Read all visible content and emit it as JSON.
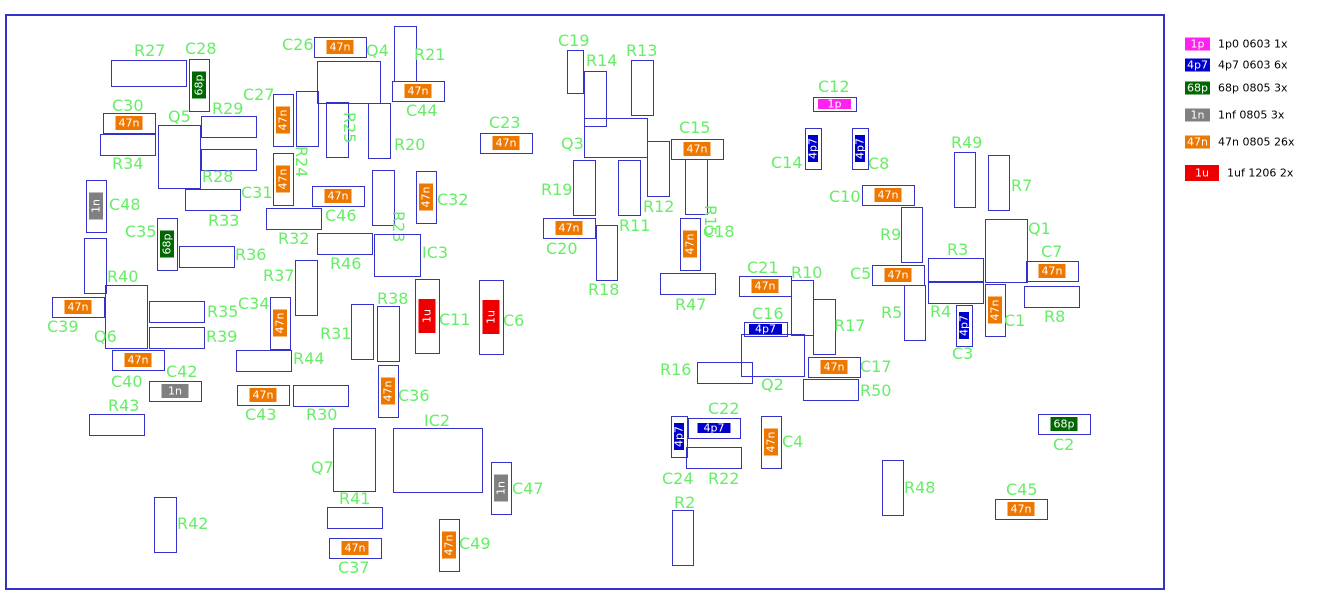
{
  "colors": {
    "board_border": "#3333cc",
    "footprint": "#3333cc",
    "label": "#66ee66",
    "chip_text": "#ffffff",
    "legend_text": "#000000"
  },
  "cap_colors": {
    "1p": "#ff22ee",
    "4p7": "#0000cc",
    "68p": "#006600",
    "1n": "#808080",
    "47n": "#ee7700",
    "1u": "#ee0000"
  },
  "legend": [
    {
      "chip": "1p",
      "text": "1p0 0603   1x"
    },
    {
      "chip": "4p7",
      "text": "4p7 0603   6x"
    },
    {
      "chip": "68p",
      "text": "68p 0805 3x"
    },
    {
      "chip": "1n",
      "text": "1nf 0805  3x"
    },
    {
      "chip": "47n",
      "text": "47n 0805 26x"
    },
    {
      "chip": "1u",
      "text": "1uf 1206 2x"
    }
  ],
  "components": [
    {
      "ref": "C1",
      "value": "47n"
    },
    {
      "ref": "C2",
      "value": "68p"
    },
    {
      "ref": "C3",
      "value": "4p7"
    },
    {
      "ref": "C4",
      "value": "47n"
    },
    {
      "ref": "C5",
      "value": "47n"
    },
    {
      "ref": "C6",
      "value": "1u"
    },
    {
      "ref": "C7",
      "value": "47n"
    },
    {
      "ref": "C8",
      "value": "4p7"
    },
    {
      "ref": "C10",
      "value": "47n"
    },
    {
      "ref": "C11",
      "value": "1u"
    },
    {
      "ref": "C12",
      "value": "1p"
    },
    {
      "ref": "C14",
      "value": "4p7"
    },
    {
      "ref": "C15",
      "value": "47n"
    },
    {
      "ref": "C16",
      "value": "4p7"
    },
    {
      "ref": "C17",
      "value": "47n"
    },
    {
      "ref": "C18",
      "value": "47n"
    },
    {
      "ref": "C19",
      "value": ""
    },
    {
      "ref": "C20",
      "value": "47n"
    },
    {
      "ref": "C21",
      "value": "47n"
    },
    {
      "ref": "C22",
      "value": "4p7"
    },
    {
      "ref": "C23",
      "value": "47n"
    },
    {
      "ref": "C24",
      "value": "4p7"
    },
    {
      "ref": "C26",
      "value": "47n"
    },
    {
      "ref": "C27",
      "value": "47n"
    },
    {
      "ref": "C28",
      "value": "68p"
    },
    {
      "ref": "C30",
      "value": "47n"
    },
    {
      "ref": "C31",
      "value": "47n"
    },
    {
      "ref": "C32",
      "value": "47n"
    },
    {
      "ref": "C34",
      "value": "47n"
    },
    {
      "ref": "C35",
      "value": "68p"
    },
    {
      "ref": "C36",
      "value": "47n"
    },
    {
      "ref": "C37",
      "value": "47n"
    },
    {
      "ref": "C39",
      "value": "47n"
    },
    {
      "ref": "C40",
      "value": "47n"
    },
    {
      "ref": "C42",
      "value": "1n"
    },
    {
      "ref": "C43",
      "value": "47n"
    },
    {
      "ref": "C44",
      "value": "47n"
    },
    {
      "ref": "C45",
      "value": "47n"
    },
    {
      "ref": "C46",
      "value": "47n"
    },
    {
      "ref": "C47",
      "value": "1n"
    },
    {
      "ref": "C48",
      "value": "1n"
    },
    {
      "ref": "C49",
      "value": "47n"
    },
    {
      "ref": "R2",
      "value": ""
    },
    {
      "ref": "R3",
      "value": ""
    },
    {
      "ref": "R4",
      "value": ""
    },
    {
      "ref": "R5",
      "value": ""
    },
    {
      "ref": "R7",
      "value": ""
    },
    {
      "ref": "R8",
      "value": ""
    },
    {
      "ref": "R9",
      "value": ""
    },
    {
      "ref": "R10",
      "value": ""
    },
    {
      "ref": "R11",
      "value": ""
    },
    {
      "ref": "R12",
      "value": ""
    },
    {
      "ref": "R13",
      "value": ""
    },
    {
      "ref": "R14",
      "value": ""
    },
    {
      "ref": "R15",
      "value": ""
    },
    {
      "ref": "R16",
      "value": ""
    },
    {
      "ref": "R17",
      "value": ""
    },
    {
      "ref": "R18",
      "value": ""
    },
    {
      "ref": "R19",
      "value": ""
    },
    {
      "ref": "R20",
      "value": ""
    },
    {
      "ref": "R21",
      "value": ""
    },
    {
      "ref": "R22",
      "value": ""
    },
    {
      "ref": "R23",
      "value": ""
    },
    {
      "ref": "R24",
      "value": ""
    },
    {
      "ref": "R25",
      "value": ""
    },
    {
      "ref": "R27",
      "value": ""
    },
    {
      "ref": "R28",
      "value": ""
    },
    {
      "ref": "R29",
      "value": ""
    },
    {
      "ref": "R30",
      "value": ""
    },
    {
      "ref": "R31",
      "value": ""
    },
    {
      "ref": "R32",
      "value": ""
    },
    {
      "ref": "R33",
      "value": ""
    },
    {
      "ref": "R34",
      "value": ""
    },
    {
      "ref": "R35",
      "value": ""
    },
    {
      "ref": "R36",
      "value": ""
    },
    {
      "ref": "R37",
      "value": ""
    },
    {
      "ref": "R38",
      "value": ""
    },
    {
      "ref": "R39",
      "value": ""
    },
    {
      "ref": "R40",
      "value": ""
    },
    {
      "ref": "R41",
      "value": ""
    },
    {
      "ref": "R42",
      "value": ""
    },
    {
      "ref": "R43",
      "value": ""
    },
    {
      "ref": "R44",
      "value": ""
    },
    {
      "ref": "R46",
      "value": ""
    },
    {
      "ref": "R47",
      "value": ""
    },
    {
      "ref": "R48",
      "value": ""
    },
    {
      "ref": "R49",
      "value": ""
    },
    {
      "ref": "R50",
      "value": ""
    },
    {
      "ref": "Q1",
      "value": ""
    },
    {
      "ref": "Q2",
      "value": ""
    },
    {
      "ref": "Q3",
      "value": ""
    },
    {
      "ref": "Q4",
      "value": ""
    },
    {
      "ref": "Q5",
      "value": ""
    },
    {
      "ref": "Q6",
      "value": ""
    },
    {
      "ref": "Q7",
      "value": ""
    },
    {
      "ref": "IC2",
      "value": ""
    },
    {
      "ref": "IC3",
      "value": ""
    }
  ]
}
